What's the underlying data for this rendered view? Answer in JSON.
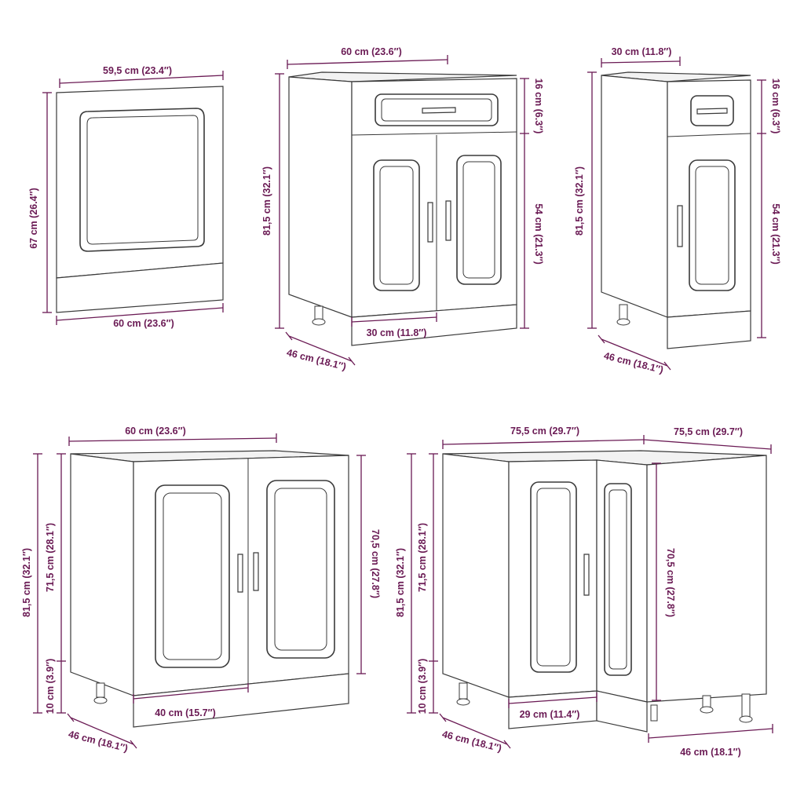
{
  "colors": {
    "dimension": "#6a1a54",
    "outline": "#3a3a3a"
  },
  "oven_panel": {
    "top_width": "59,5 cm (23.4″)",
    "height": "67 cm (26.4″)",
    "bottom_width": "60 cm (23.6″)"
  },
  "drawer_cabinet_60": {
    "width": "60 cm (23.6″)",
    "drawer_height": "16 cm (6.3″)",
    "total_height": "81,5 cm (32.1″)",
    "door_height": "54 cm (21.3″)",
    "door_width": "30 cm (11.8″)",
    "depth": "46 cm (18.1″)"
  },
  "drawer_cabinet_30": {
    "width": "30 cm (11.8″)",
    "drawer_height": "16 cm (6.3″)",
    "total_height": "81,5 cm (32.1″)",
    "door_height": "54 cm (21.3″)",
    "depth": "46 cm (18.1″)"
  },
  "sink_cabinet": {
    "width": "60 cm (23.6″)",
    "total_height": "81,5 cm (32.1″)",
    "body_height": "71,5 cm (28.1″)",
    "door_height": "70,5 cm (27.8″)",
    "plinth_height": "10 cm (3.9″)",
    "door_width": "40 cm (15.7″)",
    "depth": "46 cm (18.1″)"
  },
  "corner_cabinet": {
    "width_left": "75,5 cm (29.7″)",
    "width_right": "75,5 cm (29.7″)",
    "total_height": "81,5 cm (32.1″)",
    "body_height": "71,5 cm (28.1″)",
    "door_height": "70,5 cm (27.8″)",
    "plinth_height": "10 cm (3.9″)",
    "door_width": "29 cm (11.4″)",
    "depth_left": "46 cm (18.1″)",
    "depth_right": "46 cm (18.1″)"
  }
}
